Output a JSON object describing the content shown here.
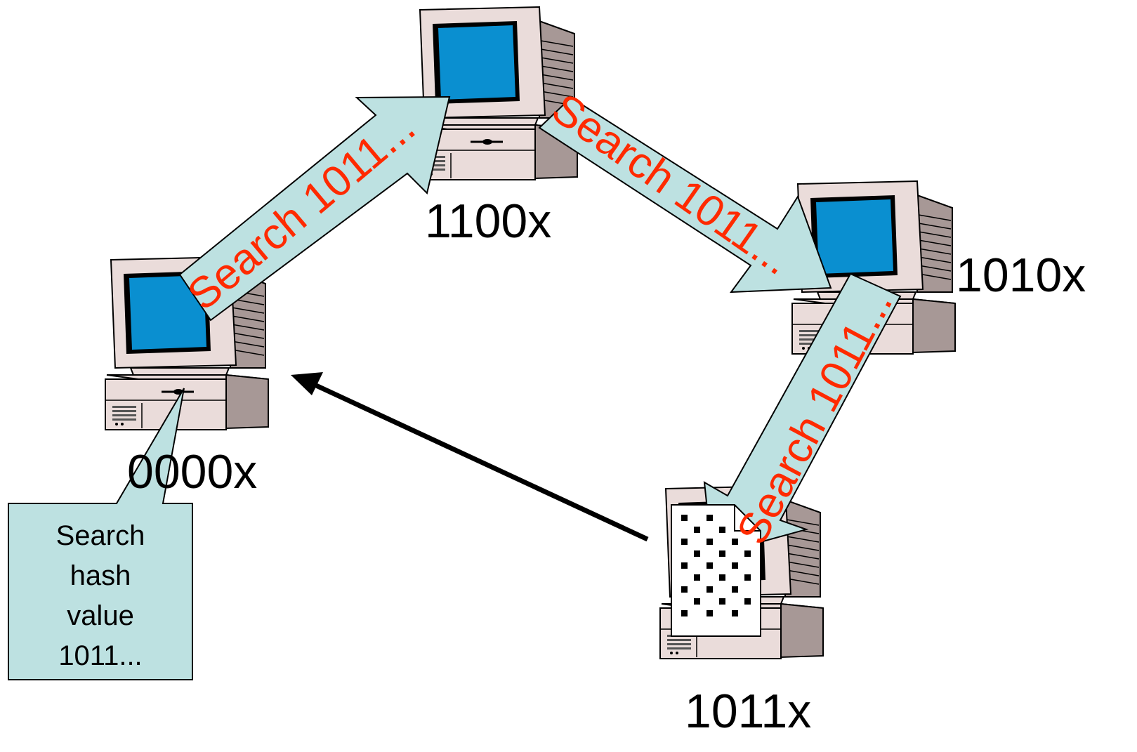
{
  "nodes": {
    "n0000": {
      "label": "0000x"
    },
    "n1100": {
      "label": "1100x"
    },
    "n1010": {
      "label": "1010x"
    },
    "n1011": {
      "label": "1011x"
    }
  },
  "arrows": {
    "a1": {
      "label": "Search 1011..."
    },
    "a2": {
      "label": "Search 1011..."
    },
    "a3": {
      "label": "Search 1011..."
    }
  },
  "callout": {
    "lines": [
      "Search",
      "hash",
      "value",
      "1011..."
    ]
  },
  "colors": {
    "arrow_fill": "#bde1e1",
    "arrow_text": "#ff2a00",
    "screen": "#0a8fd0",
    "case": "#eadcda",
    "case_shadow": "#a79896",
    "callout_fill": "#bde1e1"
  },
  "icons": {
    "computer": "desktop-computer-icon",
    "document": "document-icon"
  }
}
